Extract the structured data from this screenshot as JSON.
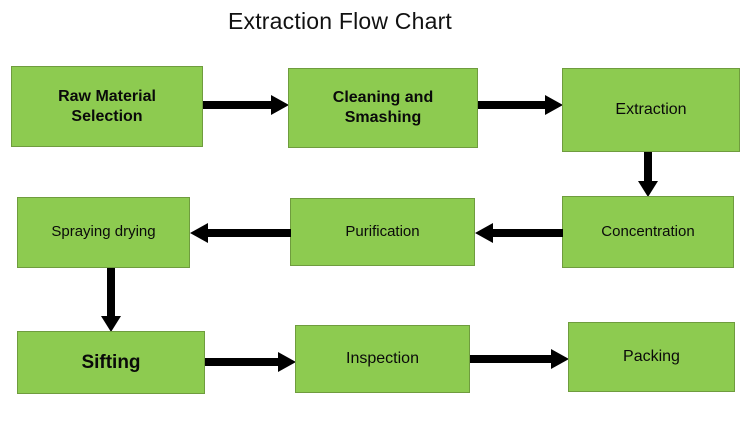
{
  "title": "Extraction Flow Chart",
  "theme": {
    "node_fill": "#8DCB50",
    "node_border": "#6F9C3E",
    "arrow_color": "#000000",
    "text_color": "#0A0A0A",
    "background": "#FFFFFF"
  },
  "chart_data": {
    "type": "diagram",
    "diagram_kind": "flowchart",
    "title": "Extraction Flow Chart",
    "direction": "serpentine (left-to-right, then right-to-left, then left-to-right)",
    "nodes": [
      {
        "id": "raw_material_selection",
        "label": "Raw Material\nSelection",
        "line1": "Raw Material",
        "line2": "Selection",
        "row": 1,
        "order": 1,
        "bold": true
      },
      {
        "id": "cleaning_and_smashing",
        "label": "Cleaning and\nSmashing",
        "line1": "Cleaning and",
        "line2": "Smashing",
        "row": 1,
        "order": 2,
        "bold": true
      },
      {
        "id": "extraction",
        "label": "Extraction",
        "line1": "Extraction",
        "line2": "",
        "row": 1,
        "order": 3,
        "bold": false
      },
      {
        "id": "concentration",
        "label": "Concentration",
        "line1": "Concentration",
        "line2": "",
        "row": 2,
        "order": 4,
        "bold": false
      },
      {
        "id": "purification",
        "label": "Purification",
        "line1": "Purification",
        "line2": "",
        "row": 2,
        "order": 5,
        "bold": false
      },
      {
        "id": "spraying_drying",
        "label": "Spraying drying",
        "line1": "Spraying drying",
        "line2": "",
        "row": 2,
        "order": 6,
        "bold": false
      },
      {
        "id": "sifting",
        "label": "Sifting",
        "line1": "Sifting",
        "line2": "",
        "row": 3,
        "order": 7,
        "bold": true
      },
      {
        "id": "inspection",
        "label": "Inspection",
        "line1": "Inspection",
        "line2": "",
        "row": 3,
        "order": 8,
        "bold": false
      },
      {
        "id": "packing",
        "label": "Packing",
        "line1": "Packing",
        "line2": "",
        "row": 3,
        "order": 9,
        "bold": false
      }
    ],
    "edges": [
      {
        "from": "raw_material_selection",
        "to": "cleaning_and_smashing",
        "direction": "right"
      },
      {
        "from": "cleaning_and_smashing",
        "to": "extraction",
        "direction": "right"
      },
      {
        "from": "extraction",
        "to": "concentration",
        "direction": "down"
      },
      {
        "from": "concentration",
        "to": "purification",
        "direction": "left"
      },
      {
        "from": "purification",
        "to": "spraying_drying",
        "direction": "left"
      },
      {
        "from": "spraying_drying",
        "to": "sifting",
        "direction": "down"
      },
      {
        "from": "sifting",
        "to": "inspection",
        "direction": "right"
      },
      {
        "from": "inspection",
        "to": "packing",
        "direction": "right"
      }
    ]
  }
}
